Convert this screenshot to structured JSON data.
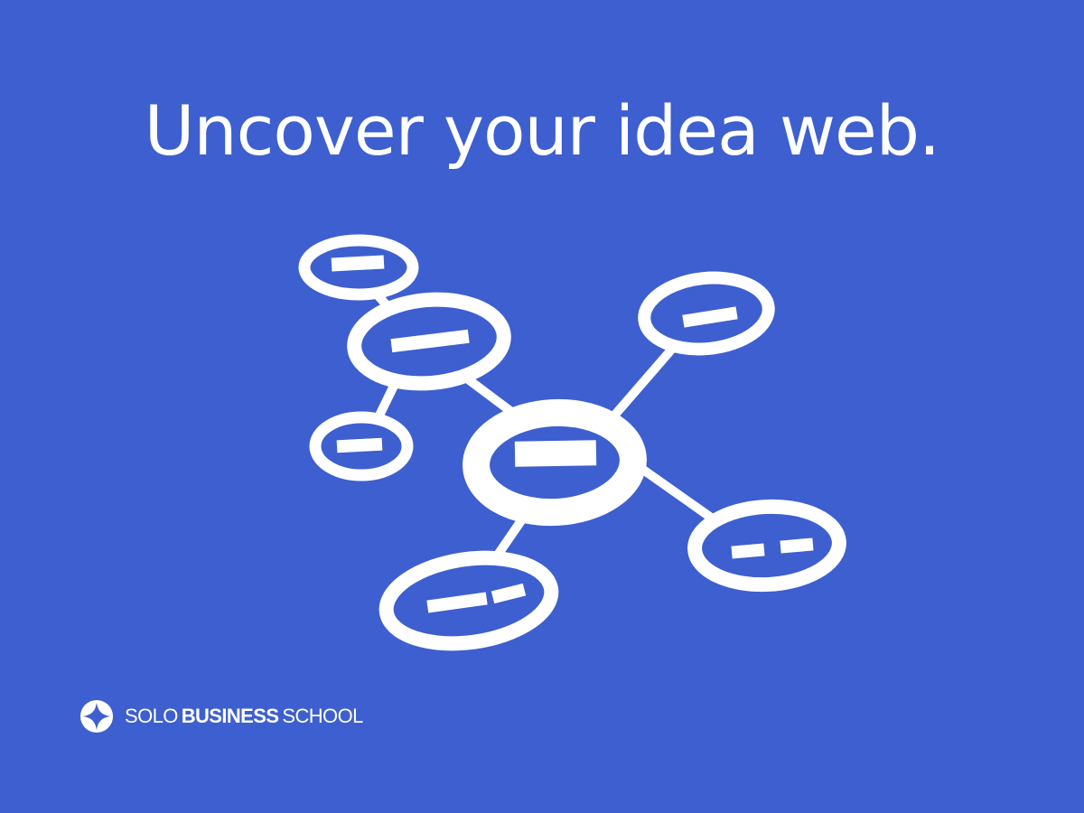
{
  "headline": "Uncover your idea web.",
  "colors": {
    "background": "#3d5fcf",
    "foreground": "#ffffff"
  },
  "diagram": {
    "type": "mind-map",
    "central_node": "center",
    "nodes": [
      {
        "id": "center",
        "label_bars": 1
      },
      {
        "id": "upper-left",
        "label_bars": 1
      },
      {
        "id": "top-left",
        "label_bars": 1
      },
      {
        "id": "left",
        "label_bars": 1
      },
      {
        "id": "upper-right",
        "label_bars": 1
      },
      {
        "id": "lower-right",
        "label_bars": 2
      },
      {
        "id": "bottom",
        "label_bars": 2
      }
    ],
    "edges": [
      {
        "from": "center",
        "to": "upper-left"
      },
      {
        "from": "upper-left",
        "to": "top-left"
      },
      {
        "from": "upper-left",
        "to": "left"
      },
      {
        "from": "center",
        "to": "upper-right"
      },
      {
        "from": "center",
        "to": "lower-right"
      },
      {
        "from": "center",
        "to": "bottom"
      }
    ]
  },
  "brand": {
    "icon": "compass-star-icon",
    "word1": "SOLO",
    "word2": "BUSINESS",
    "word3": "SCHOOL"
  }
}
